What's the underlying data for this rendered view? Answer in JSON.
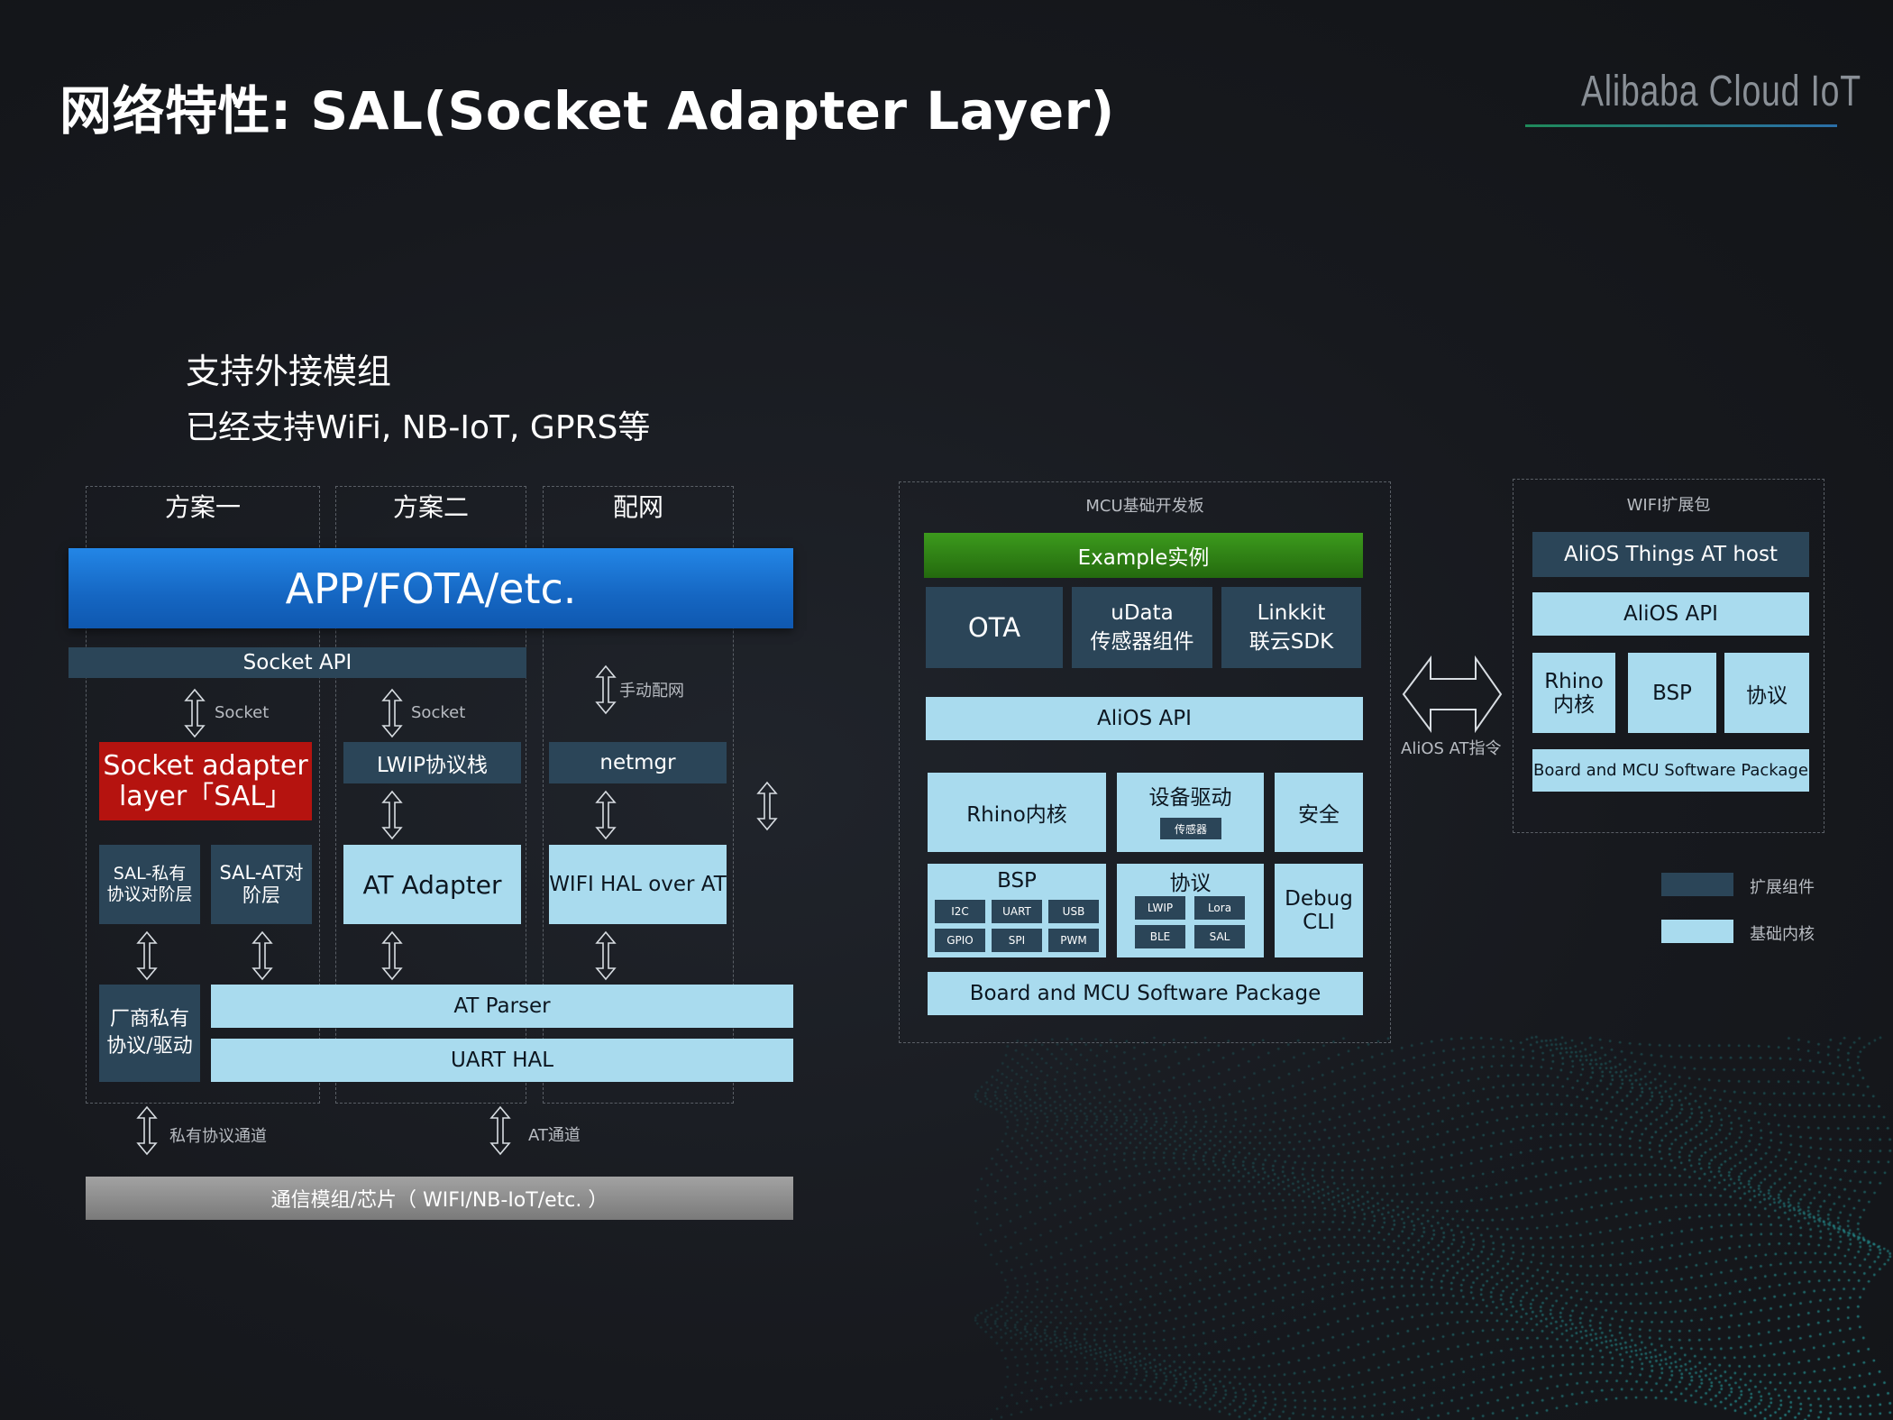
{
  "header": {
    "title": "网络特性: SAL(Socket Adapter Layer)",
    "brand": "Alibaba Cloud IoT"
  },
  "intro": {
    "line1": "支持外接模组",
    "line2": "已经支持WiFi, NB-IoT, GPRS等"
  },
  "left": {
    "columns": [
      "方案一",
      "方案二",
      "配网"
    ],
    "app": "APP/FOTA/etc.",
    "socket_api": "Socket  API",
    "socket1": "Socket",
    "socket2": "Socket",
    "manual_net": "手动配网",
    "sal_line1": "Socket adapter",
    "sal_line2": "layer「SAL」",
    "lwip": "LWIP协议栈",
    "netmgr": "netmgr",
    "sal_private_1": "SAL-私有",
    "sal_private_2": "协议对阶层",
    "sal_at_1": "SAL-AT对",
    "sal_at_2": "阶层",
    "at_adapter": "AT  Adapter",
    "wifi_hal": "WIFI HAL over AT",
    "vendor_1": "厂商私有",
    "vendor_2": "协议/驱动",
    "at_parser": "AT Parser",
    "uart_hal": "UART HAL",
    "private_channel": "私有协议通道",
    "at_channel": "AT通道",
    "module": "通信模组/芯片（ WIFI/NB-IoT/etc. ）"
  },
  "mcu": {
    "title": "MCU基础开发板",
    "example": "Example实例",
    "ota": "OTA",
    "udata_1": "uData",
    "udata_2": "传感器组件",
    "linkkit_1": "Linkkit",
    "linkkit_2": "联云SDK",
    "alios_api": "AliOS API",
    "rhino": "Rhino内核",
    "device_driver": "设备驱动",
    "sensor": "传感器",
    "security": "安全",
    "bsp": "BSP",
    "bsp_items": [
      "I2C",
      "UART",
      "USB",
      "GPIO",
      "SPI",
      "PWM"
    ],
    "protocol": "协议",
    "protocol_items": [
      "LWIP",
      "Lora",
      "BLE",
      "SAL"
    ],
    "debug_1": "Debug",
    "debug_2": "CLI",
    "board": "Board and MCU Software Package"
  },
  "link": {
    "label": "AliOS  AT指令"
  },
  "wifi": {
    "title": "WIFI扩展包",
    "at_host": "AliOS Things AT host",
    "alios_api": "AliOS API",
    "rhino_1": "Rhino",
    "rhino_2": "内核",
    "bsp": "BSP",
    "protocol": "协议",
    "board": "Board and MCU Software Package"
  },
  "legend": {
    "extension": "扩展组件",
    "base": "基础内核"
  },
  "colors": {
    "background": "#17191e",
    "app_blue": "#1a6fd0",
    "sal_red": "#b5130f",
    "example_green": "#2e7d14",
    "dark_block": "#2b4558",
    "light_block": "#a9dbee",
    "gray_bar": "#8e8e8e",
    "dot_teal": "#2bb3b3"
  }
}
